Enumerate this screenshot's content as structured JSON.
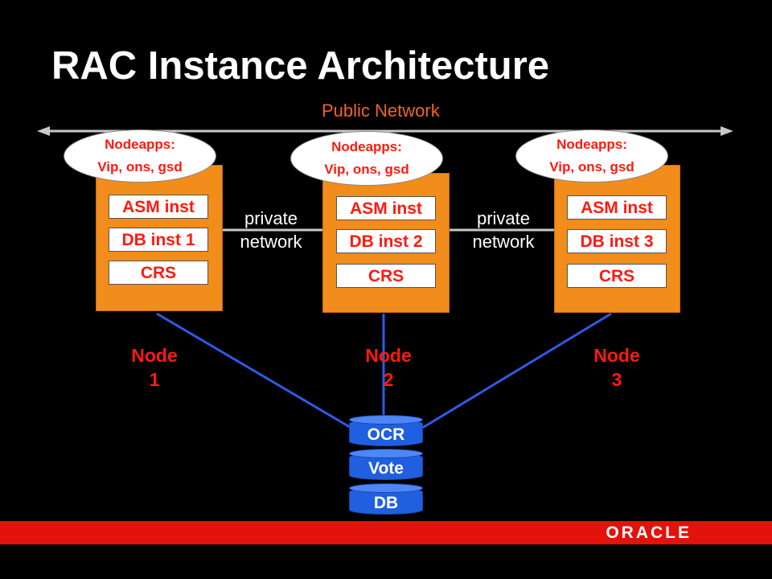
{
  "title": "RAC Instance Architecture",
  "public_network": "Public Network",
  "private_network": [
    "private",
    "network"
  ],
  "nodes": [
    {
      "nodeapps": [
        "Nodeapps:",
        "Vip, ons, gsd"
      ],
      "asm": "ASM inst",
      "db": "DB inst 1",
      "crs": "CRS",
      "label": [
        "Node",
        "1"
      ]
    },
    {
      "nodeapps": [
        "Nodeapps:",
        "Vip, ons, gsd"
      ],
      "asm": "ASM inst",
      "db": "DB inst 2",
      "crs": "CRS",
      "label": [
        "Node",
        "2"
      ]
    },
    {
      "nodeapps": [
        "Nodeapps:",
        "Vip, ons, gsd"
      ],
      "asm": "ASM inst",
      "db": "DB inst 3",
      "crs": "CRS",
      "label": [
        "Node",
        "3"
      ]
    }
  ],
  "storage": [
    "OCR",
    "Vote",
    "DB"
  ],
  "logo": "ORACLE",
  "colors": {
    "background": "#000000",
    "title": "#ffffff",
    "accent": "#ff1a0f",
    "node_box": "#f28c1a",
    "storage": "#1f5fe0",
    "footer": "#e3120b"
  }
}
